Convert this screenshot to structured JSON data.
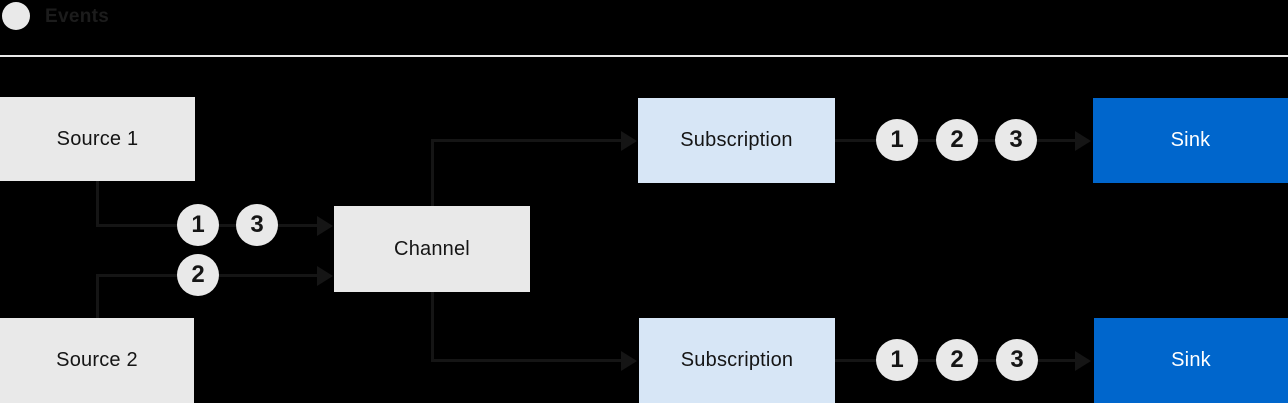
{
  "legend": {
    "label": "Events"
  },
  "nodes": {
    "source1": {
      "label": "Source 1",
      "color": "#e9e9e9"
    },
    "source2": {
      "label": "Source 2",
      "color": "#e9e9e9"
    },
    "channel": {
      "label": "Channel",
      "color": "#e9e9e9"
    },
    "subscription_top": {
      "label": "Subscription",
      "color": "#d7e6f6"
    },
    "subscription_bottom": {
      "label": "Subscription",
      "color": "#d7e6f6"
    },
    "sink_top": {
      "label": "Sink",
      "color": "#0066cc"
    },
    "sink_bottom": {
      "label": "Sink",
      "color": "#0066cc"
    }
  },
  "edges": [
    {
      "from": "Source 1",
      "to": "Channel",
      "events": [
        "1",
        "3"
      ]
    },
    {
      "from": "Source 2",
      "to": "Channel",
      "events": [
        "2"
      ]
    },
    {
      "from": "Channel",
      "to": "Subscription (top)",
      "events": []
    },
    {
      "from": "Channel",
      "to": "Subscription (bottom)",
      "events": []
    },
    {
      "from": "Subscription (top)",
      "to": "Sink (top)",
      "events": [
        "1",
        "2",
        "3"
      ]
    },
    {
      "from": "Subscription (bottom)",
      "to": "Sink (bottom)",
      "events": [
        "1",
        "2",
        "3"
      ]
    }
  ],
  "colors": {
    "background": "#000000",
    "box_gray": "#e9e9e9",
    "subscription_blue": "#d7e6f6",
    "sink_blue": "#0066cc",
    "line": "#151515",
    "text_dark": "#151515",
    "text_on_blue": "#ffffff",
    "event_circle": "#e9e9e9",
    "separator": "#e9e9e9"
  }
}
